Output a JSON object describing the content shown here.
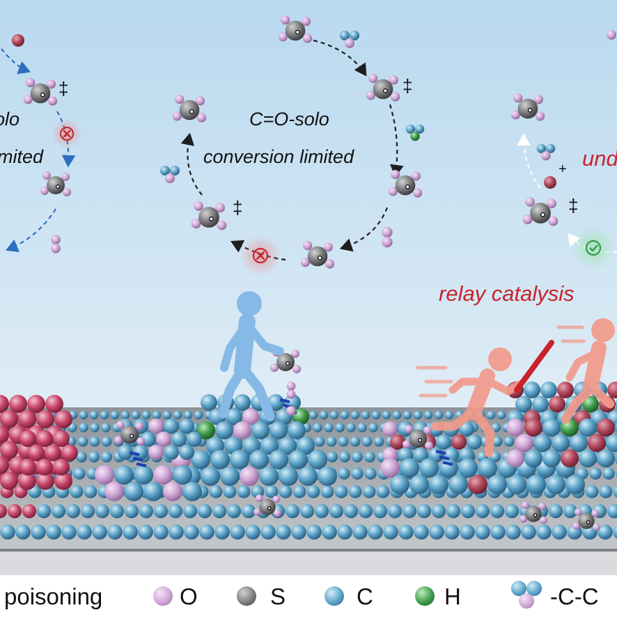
{
  "labels": {
    "left_solo": "olo",
    "left_limited": "mited",
    "center_title": "C=O-solo",
    "center_limited": "conversion limited",
    "right_partial": "und",
    "relay": "relay catalysis",
    "dagger": "‡",
    "plus": "+"
  },
  "legend": {
    "poisoning": "poisoning",
    "O": "O",
    "S": "S",
    "C": "C",
    "H": "H",
    "chain": "-C-C"
  },
  "colors": {
    "O": "#cfa6d6",
    "S": "#7d7d7f",
    "C": "#5aa2c7",
    "H": "#3f9a48",
    "poison": "#c8466a",
    "blocked": "#c8232a",
    "ok": "#2e9a45",
    "walker": "#86b9e6",
    "runner": "#f29a8a",
    "baton": "#c8232a",
    "label_red": "#c8232a"
  },
  "icons": [
    "blocked-x-icon",
    "check-icon",
    "walking-person-icon",
    "running-person-icon",
    "baton-icon"
  ]
}
